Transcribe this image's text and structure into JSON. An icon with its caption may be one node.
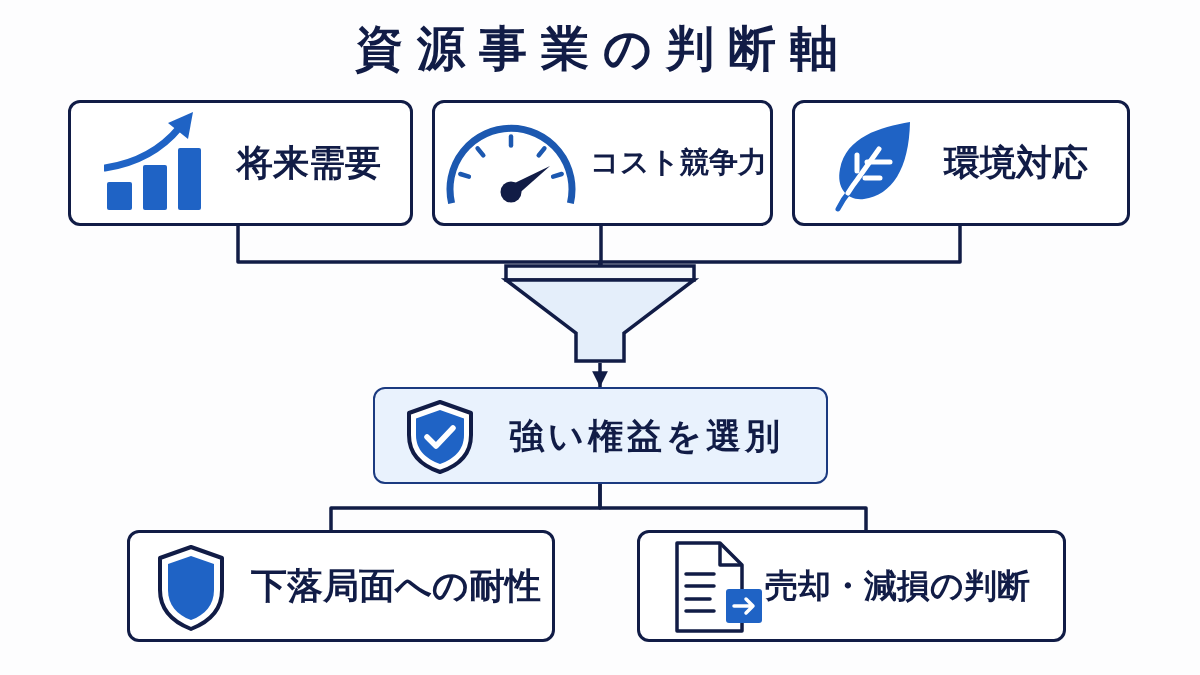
{
  "diagram": {
    "title": "資源事業の判断軸",
    "nodes": [
      {
        "text": [
          "将来需要"
        ]
      },
      {
        "text": [
          "コスト競争力"
        ]
      },
      {
        "text": [
          "環境対応"
        ]
      },
      {
        "text": [],
        "shape": "funnel"
      },
      {
        "text": [
          "強い権益を選別"
        ]
      },
      {
        "text": [
          "下落局面への耐性"
        ]
      },
      {
        "text": [
          "売却・減損の判断"
        ]
      }
    ],
    "edges": [
      {
        "from": 0,
        "to": 3,
        "arrow": "none"
      },
      {
        "from": 1,
        "to": 3,
        "arrow": "none"
      },
      {
        "from": 2,
        "to": 3,
        "arrow": "none"
      },
      {
        "from": 3,
        "to": 4,
        "arrow": "to"
      },
      {
        "from": 4,
        "to": 5,
        "arrow": "none"
      },
      {
        "from": 4,
        "to": 6,
        "arrow": "none"
      }
    ]
  }
}
